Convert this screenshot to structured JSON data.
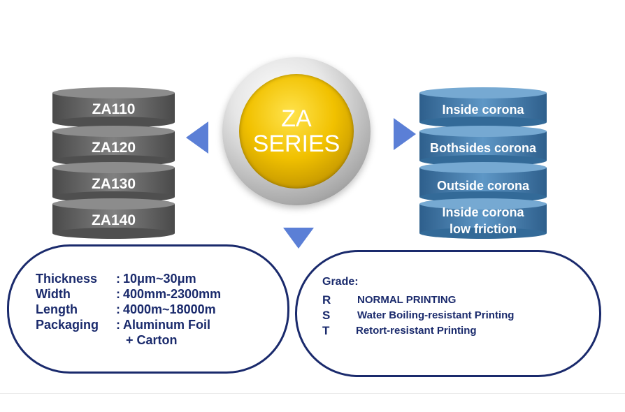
{
  "center": {
    "line1": "ZA",
    "line2": "SERIES"
  },
  "models": [
    "ZA110",
    "ZA120",
    "ZA130",
    "ZA140"
  ],
  "corona_types": [
    {
      "line1": "Inside corona",
      "line2": ""
    },
    {
      "line1": "Bothsides corona",
      "line2": ""
    },
    {
      "line1": "Outside corona",
      "line2": ""
    },
    {
      "line1": "Inside corona",
      "line2": "low friction"
    }
  ],
  "specs": {
    "thickness": {
      "label": "Thickness",
      "value": "10μm~30μm"
    },
    "width": {
      "label": "Width",
      "value": "400mm-2300mm"
    },
    "length": {
      "label": "Length",
      "value": "4000m~18000m"
    },
    "packaging": {
      "label": "Packaging",
      "value": "Aluminum Foil",
      "value2": "+ Carton"
    },
    "separator": ":"
  },
  "grades": {
    "title": "Grade:",
    "items": [
      {
        "code": "R",
        "desc": "NORMAL PRINTING"
      },
      {
        "code": "S",
        "desc": "Water Boiling-resistant Printing"
      },
      {
        "code": "T",
        "desc": "Retort-resistant Printing"
      }
    ]
  },
  "colors": {
    "navy": "#1a2a6c",
    "arrow": "#5b7fd6",
    "grey_cylinder": "#6e6e6e",
    "blue_cylinder": "#3f79a8",
    "gold": "#f1c100"
  }
}
